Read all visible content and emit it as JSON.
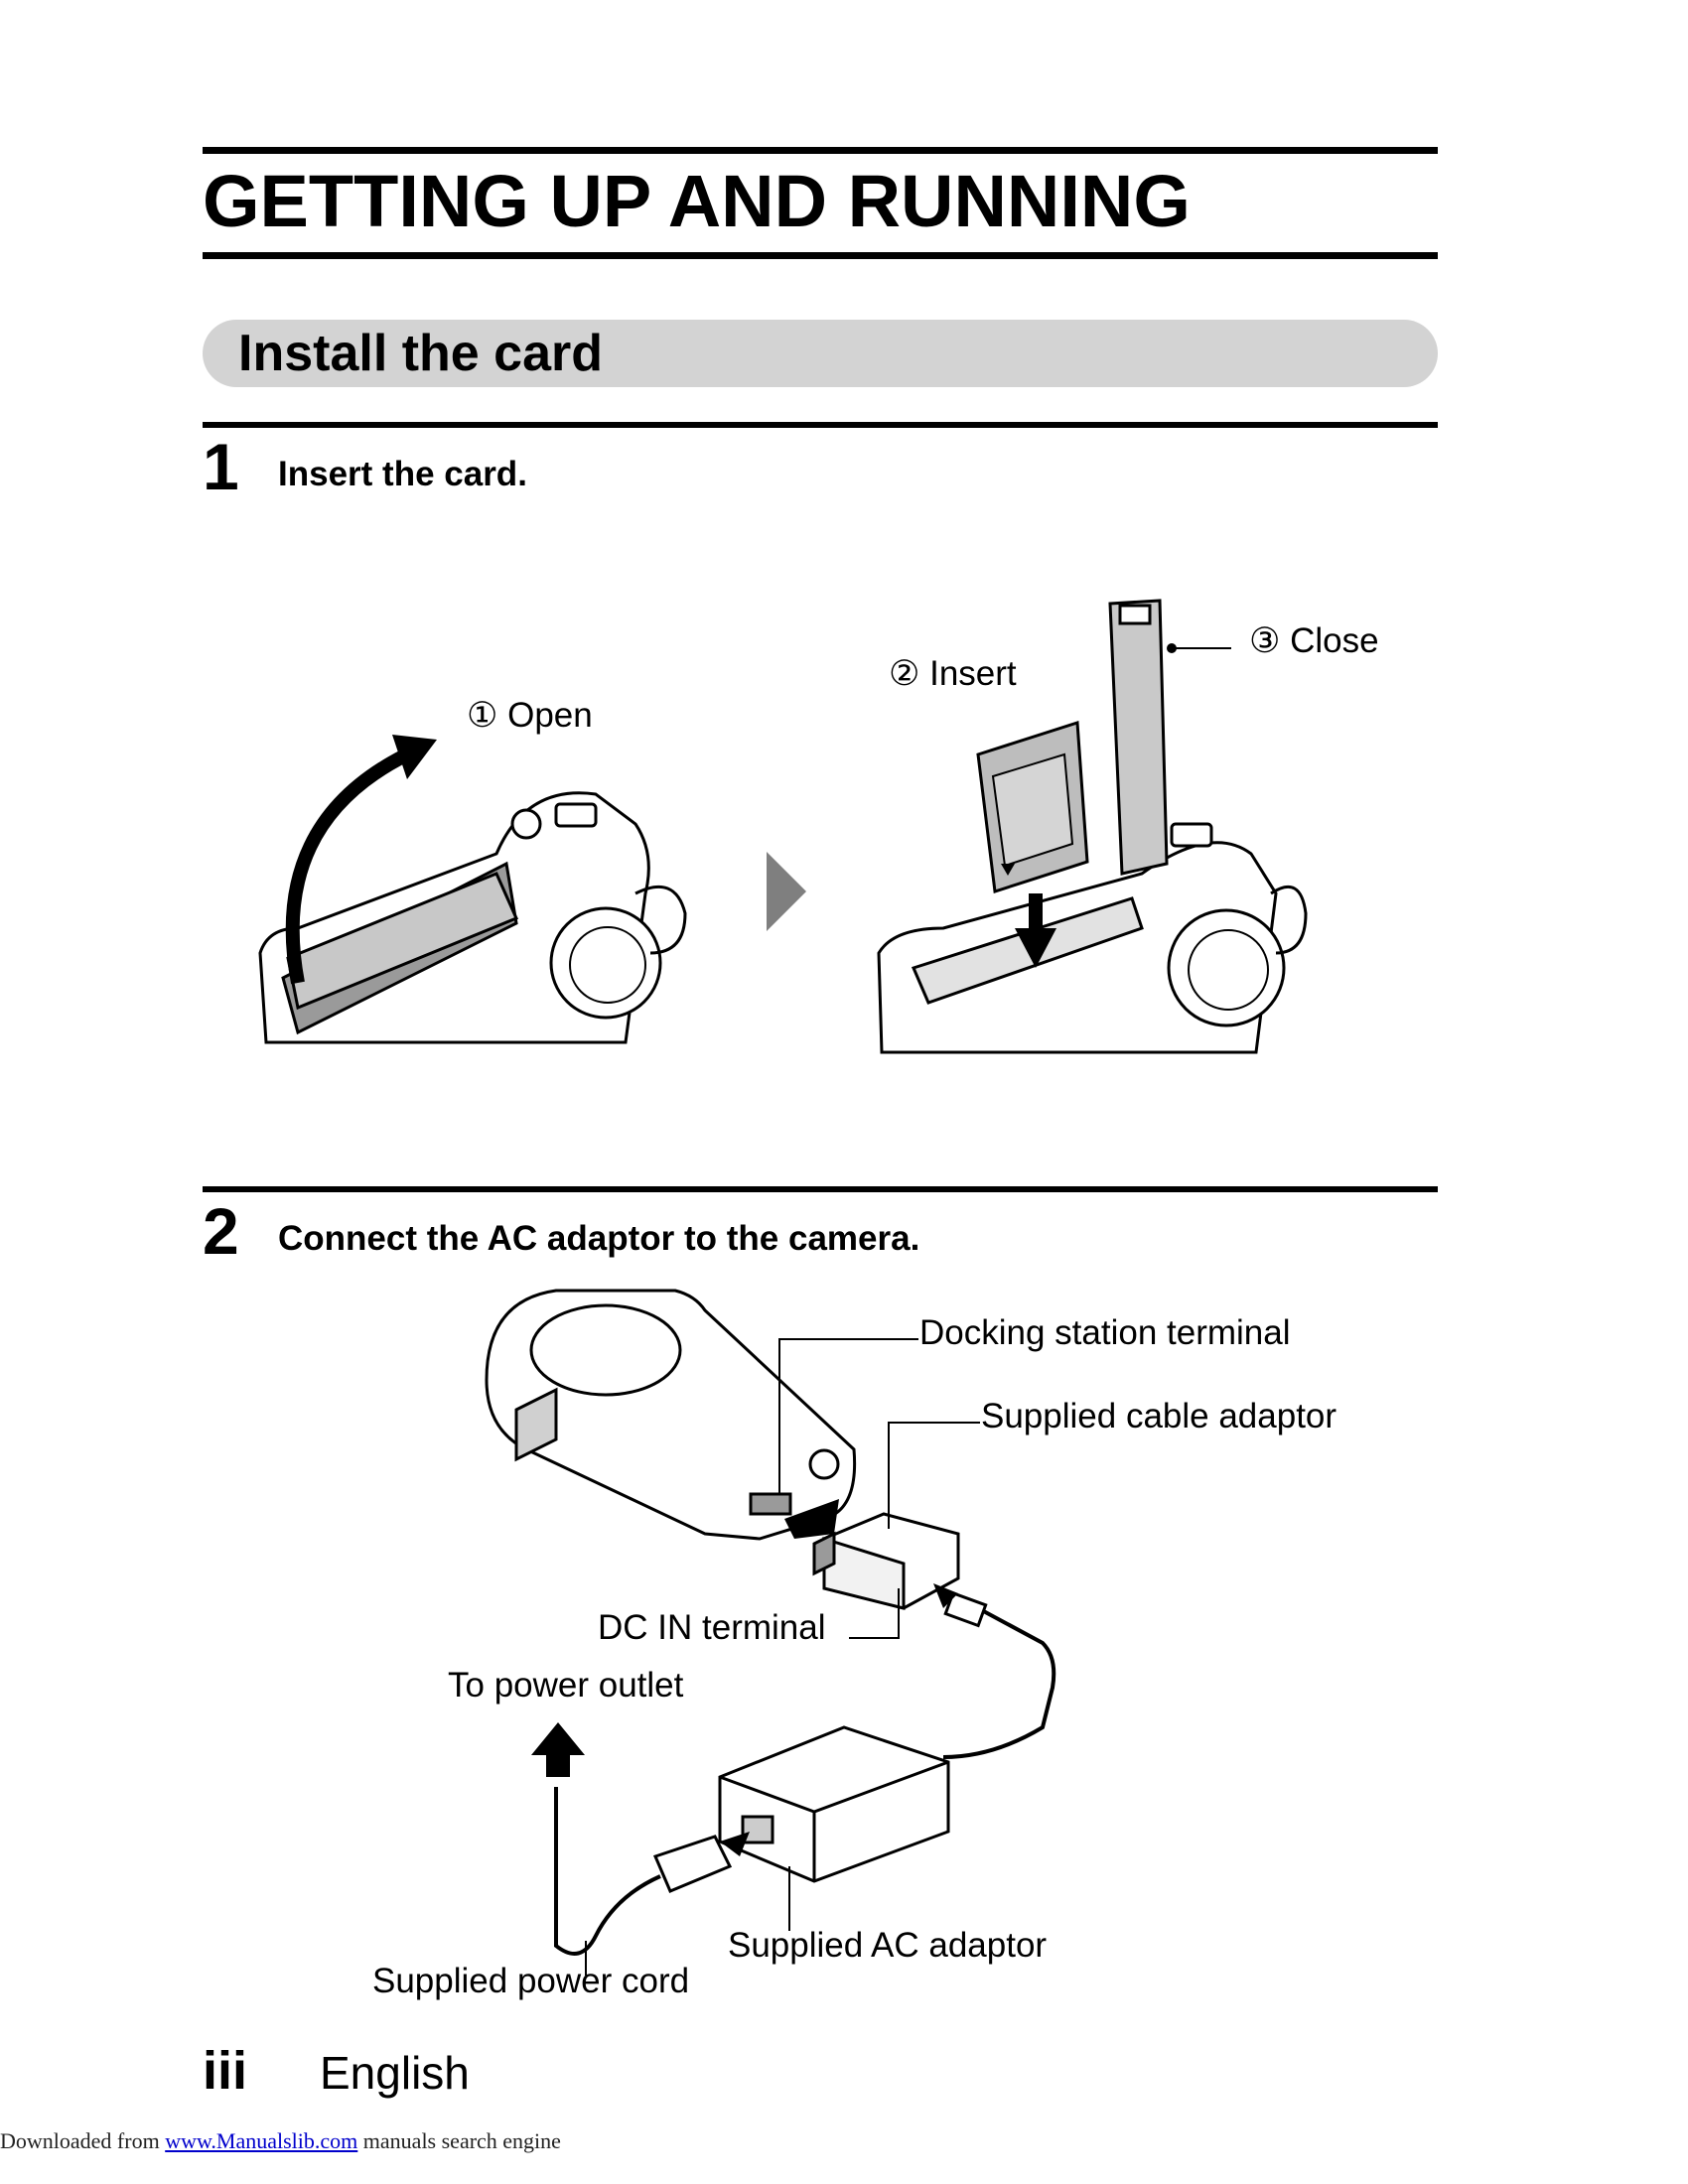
{
  "page_title": "GETTING UP AND RUNNING",
  "section_title": "Install the card",
  "steps": [
    {
      "number": "1",
      "text": "Insert the card."
    },
    {
      "number": "2",
      "text": "Connect the AC adaptor to the camera."
    }
  ],
  "step1_labels": {
    "open": "① Open",
    "insert": "② Insert",
    "close": "③ Close"
  },
  "step2_labels": {
    "docking": "Docking station terminal",
    "cable_adaptor": "Supplied cable adaptor",
    "dc_in": "DC IN terminal",
    "power_outlet": "To power outlet",
    "ac_adaptor": "Supplied AC adaptor",
    "power_cord": "Supplied power cord"
  },
  "page_number": "iii",
  "language": "English",
  "footer": {
    "prefix": "Downloaded from",
    "link": "www.Manualslib.com",
    "suffix": " manuals search engine"
  }
}
